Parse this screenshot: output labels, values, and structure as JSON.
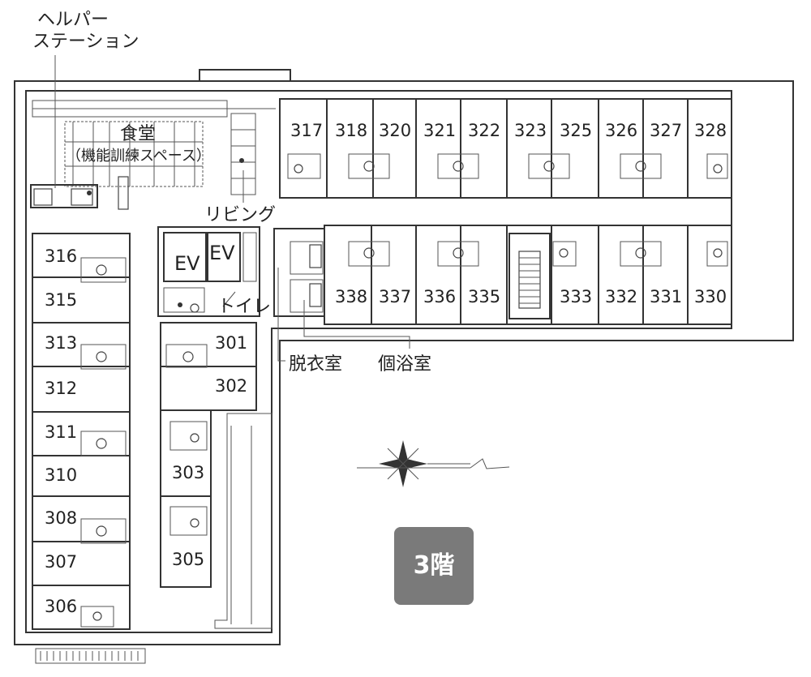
{
  "floor_label": "3階",
  "labels": {
    "helper_station_line1": "ヘルパー",
    "helper_station_line2": "ステーション",
    "dining": "食堂",
    "dining_sub": "（機能訓練スペース）",
    "living": "リビング",
    "toilet": "トイレ",
    "changing_room": "脱衣室",
    "private_bath": "個浴室",
    "elevator_1": "EV",
    "elevator_2": "EV"
  },
  "rooms": {
    "north": [
      "317",
      "318",
      "320",
      "321",
      "322",
      "323",
      "325",
      "326",
      "327",
      "328"
    ],
    "south": [
      "338",
      "337",
      "336",
      "335",
      "333",
      "332",
      "331",
      "330"
    ],
    "west": [
      "316",
      "315",
      "313",
      "312",
      "311",
      "310",
      "308",
      "307",
      "306"
    ],
    "center": [
      "301",
      "302",
      "303",
      "305"
    ]
  },
  "compass": {
    "icon": "compass-rose-icon",
    "north_arrow": "north-indicator-icon"
  }
}
